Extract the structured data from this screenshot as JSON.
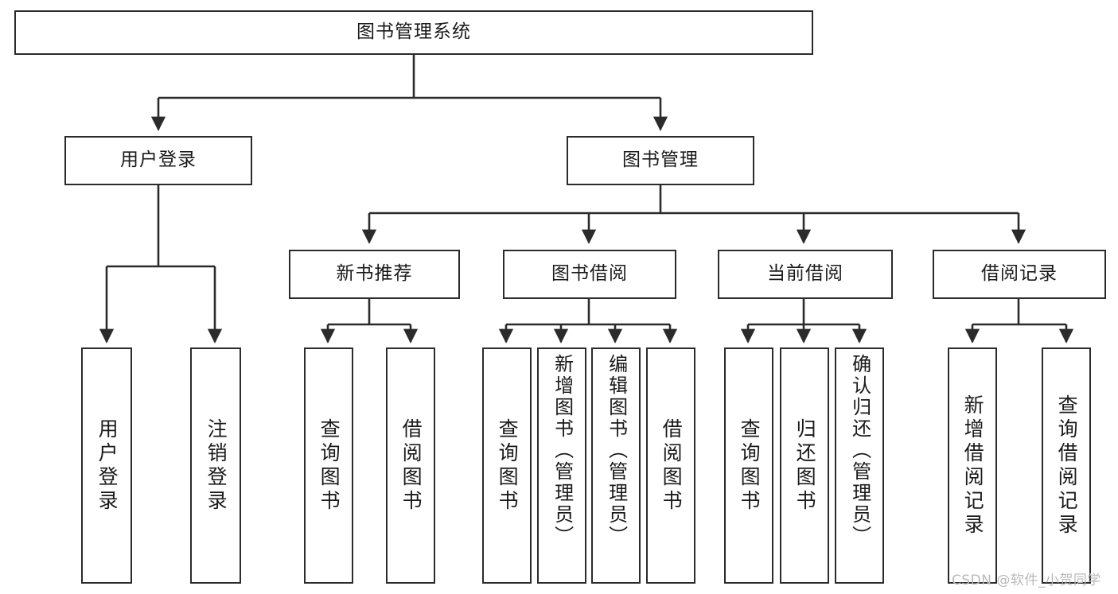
{
  "diagram": {
    "title": "图书管理系统",
    "type": "hierarchy-tree",
    "root": {
      "id": "root",
      "label": "图书管理系统"
    },
    "level2": [
      {
        "id": "user-login",
        "label": "用户登录"
      },
      {
        "id": "book-manage",
        "label": "图书管理"
      }
    ],
    "level3": [
      {
        "id": "new-book-recommend",
        "label": "新书推荐"
      },
      {
        "id": "book-borrow",
        "label": "图书借阅"
      },
      {
        "id": "current-borrow",
        "label": "当前借阅"
      },
      {
        "id": "borrow-record",
        "label": "借阅记录"
      }
    ],
    "leaves": [
      {
        "id": "leaf-user-login",
        "label": "用户登录",
        "parent": "user-login"
      },
      {
        "id": "leaf-user-logout",
        "label": "注销登录",
        "parent": "user-login"
      },
      {
        "id": "leaf-query-book-1",
        "label": "查询图书",
        "parent": "new-book-recommend"
      },
      {
        "id": "leaf-borrow-book-1",
        "label": "借阅图书",
        "parent": "new-book-recommend"
      },
      {
        "id": "leaf-query-book-2",
        "label": "查询图书",
        "parent": "book-borrow"
      },
      {
        "id": "leaf-add-book",
        "label": "新增图书（管理员）",
        "parent": "book-borrow"
      },
      {
        "id": "leaf-edit-book",
        "label": "编辑图书（管理员）",
        "parent": "book-borrow"
      },
      {
        "id": "leaf-borrow-book-2",
        "label": "借阅图书",
        "parent": "book-borrow"
      },
      {
        "id": "leaf-query-book-3",
        "label": "查询图书",
        "parent": "current-borrow"
      },
      {
        "id": "leaf-return-book",
        "label": "归还图书",
        "parent": "current-borrow"
      },
      {
        "id": "leaf-confirm-return",
        "label": "确认归还（管理员）",
        "parent": "current-borrow"
      },
      {
        "id": "leaf-add-record",
        "label": "新增借阅记录",
        "parent": "borrow-record"
      },
      {
        "id": "leaf-query-record",
        "label": "查询借阅记录",
        "parent": "borrow-record"
      }
    ],
    "colors": {
      "stroke": "#2b2b2b",
      "fill": "#ffffff",
      "text": "#1a1a1a",
      "watermark": "#b9b9b9"
    }
  },
  "watermark": {
    "text": "CSDN @软件_小贺同学"
  }
}
